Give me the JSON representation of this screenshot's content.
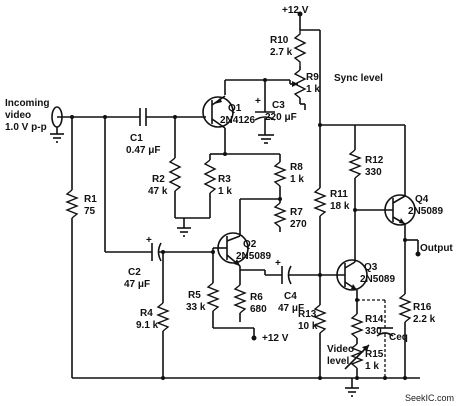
{
  "supply": {
    "top": "+12 V",
    "mid": "+12 V"
  },
  "input": {
    "line1": "Incoming",
    "line2": "video",
    "line3": "1.0 V p-p"
  },
  "labels": {
    "sync_level": "Sync level",
    "output": "Output",
    "video_level_1": "Video",
    "video_level_2": "level"
  },
  "components": {
    "R1": {
      "ref": "R1",
      "value": "75"
    },
    "R2": {
      "ref": "R2",
      "value": "47 k"
    },
    "R3": {
      "ref": "R3",
      "value": "1 k"
    },
    "R4": {
      "ref": "R4",
      "value": "9.1 k"
    },
    "R5": {
      "ref": "R5",
      "value": "33 k"
    },
    "R6": {
      "ref": "R6",
      "value": "680"
    },
    "R7": {
      "ref": "R7",
      "value": "270"
    },
    "R8": {
      "ref": "R8",
      "value": "1 k"
    },
    "R9": {
      "ref": "R9",
      "value": "1 k"
    },
    "R10": {
      "ref": "R10",
      "value": "2.7 k"
    },
    "R11": {
      "ref": "R11",
      "value": "18 k"
    },
    "R12": {
      "ref": "R12",
      "value": "330"
    },
    "R13": {
      "ref": "R13",
      "value": "10 k"
    },
    "R14": {
      "ref": "R14",
      "value": "330"
    },
    "R15": {
      "ref": "R15",
      "value": "1 k"
    },
    "R16": {
      "ref": "R16",
      "value": "2.2 k"
    },
    "C1": {
      "ref": "C1",
      "value": "0.47 μF"
    },
    "C2": {
      "ref": "C2",
      "value": "47 μF"
    },
    "C3": {
      "ref": "C3",
      "value": "220 μF"
    },
    "C4": {
      "ref": "C4",
      "value": "47 μF"
    },
    "Ceq": {
      "ref": "Ceq",
      "value": ""
    },
    "Q1": {
      "ref": "Q1",
      "part": "2N4126"
    },
    "Q2": {
      "ref": "Q2",
      "part": "2N5089"
    },
    "Q3": {
      "ref": "Q3",
      "part": "2N5089"
    },
    "Q4": {
      "ref": "Q4",
      "part": "2N5089"
    }
  },
  "watermark": "SeekIC.com"
}
